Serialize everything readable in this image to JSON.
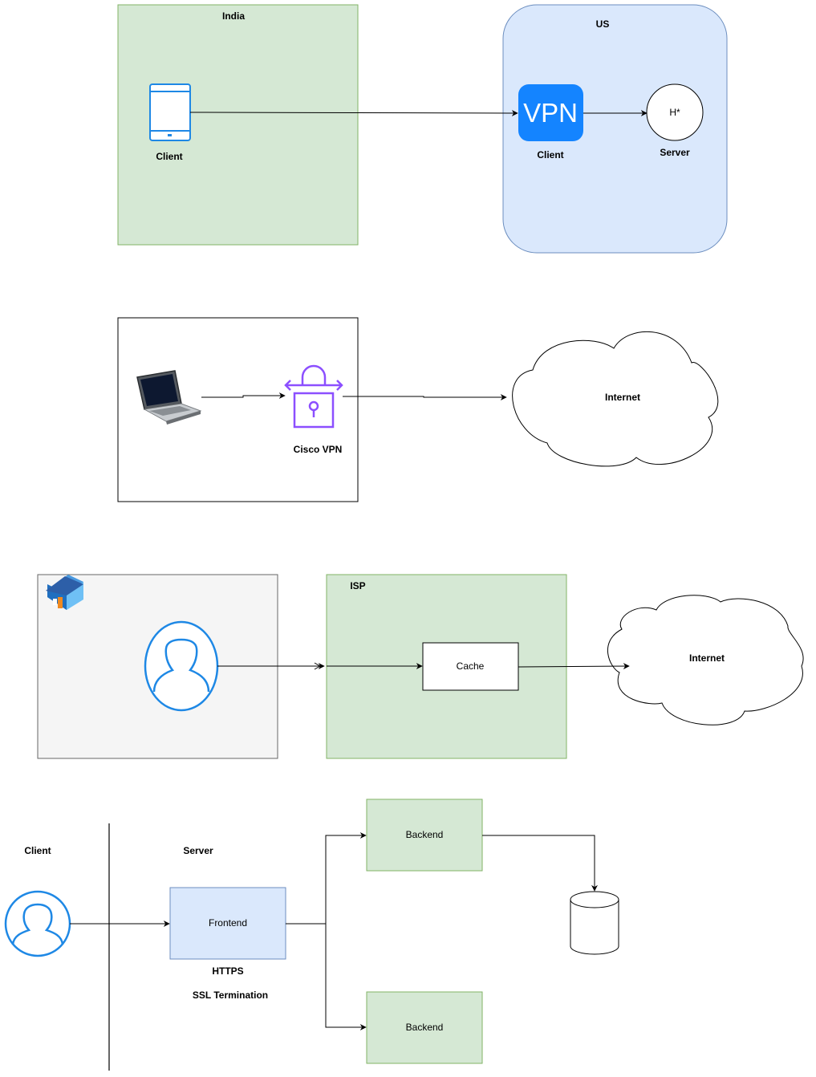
{
  "diagram1": {
    "region_india": "India",
    "region_us": "US",
    "tablet_label": "Client",
    "vpn_text": "VPN",
    "vpn_label": "Client",
    "server_symbol": "H*",
    "server_label": "Server"
  },
  "diagram2": {
    "vpn_label": "Cisco VPN",
    "internet_label": "Internet"
  },
  "diagram3": {
    "isp_label": "ISP",
    "cache_label": "Cache",
    "internet_label": "Internet"
  },
  "diagram4": {
    "client_label": "Client",
    "server_label": "Server",
    "frontend_label": "Frontend",
    "https_label": "HTTPS",
    "ssl_label": "SSL Termination",
    "backend1_label": "Backend",
    "backend2_label": "Backend"
  },
  "colors": {
    "green_fill": "#d5e8d4",
    "green_stroke": "#82b366",
    "blue_fill": "#dae8fc",
    "blue_stroke": "#6c8ebf",
    "gray_fill": "#f5f5f5",
    "gray_stroke": "#666666",
    "vpn_blue": "#1484ff",
    "icon_blue": "#1e88e5",
    "cisco_purple": "#8c4fff"
  }
}
